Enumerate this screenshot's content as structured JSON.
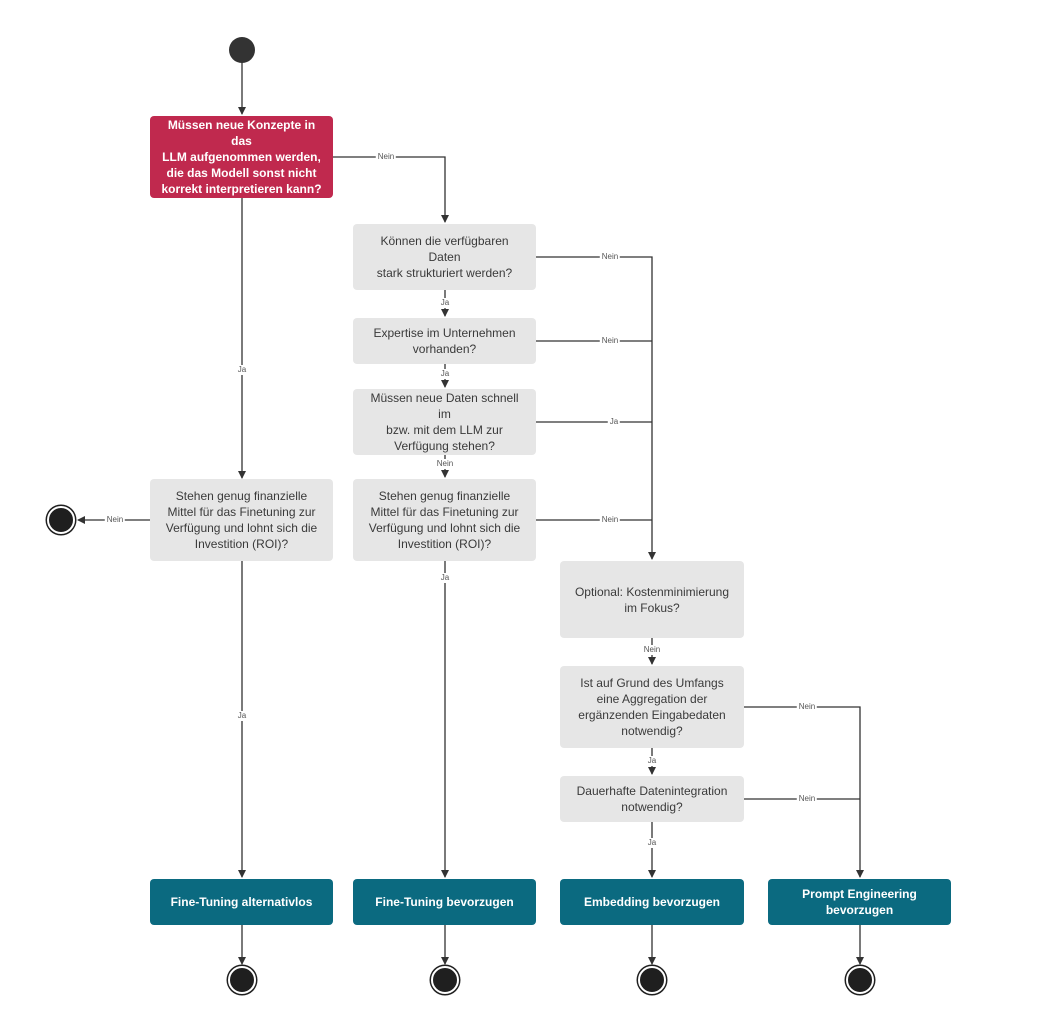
{
  "diagram": {
    "question_concepts": "Müssen neue Konzepte in das\nLLM aufgenommen werden,\ndie das Modell sonst nicht\nkorrekt interpretieren kann?",
    "question_structured": "Können die verfügbaren Daten\nstark strukturiert werden?",
    "question_expertise": "Expertise im Unternehmen\nvorhanden?",
    "question_fast_data": "Müssen neue Daten schnell im\nbzw. mit dem LLM zur\nVerfügung stehen?",
    "question_budget_left": "Stehen genug finanzielle\nMittel für das Finetuning zur\nVerfügung und lohnt sich die\nInvestition (ROI)?",
    "question_budget_mid": "Stehen genug finanzielle\nMittel für das Finetuning zur\nVerfügung und lohnt sich die\nInvestition (ROI)?",
    "question_cost": "Optional: Kostenminimierung\nim Fokus?",
    "question_aggregation": "Ist auf Grund des Umfangs\neine Aggregation der\nergänzenden Eingabedaten\nnotwendig?",
    "question_permanent": "Dauerhafte Datenintegration\nnotwendig?",
    "result_finetuning_only": "Fine-Tuning alternativlos",
    "result_finetuning_preferred": "Fine-Tuning bevorzugen",
    "result_embedding": "Embedding bevorzugen",
    "result_prompt": "Prompt Engineering\nbevorzugen",
    "labels": {
      "concepts_no": "Nein",
      "concepts_yes": "Ja",
      "structured_no": "Nein",
      "structured_yes": "Ja",
      "expertise_no": "Nein",
      "expertise_yes": "Ja",
      "fast_yes": "Ja",
      "fast_no": "Nein",
      "budget_left_no": "Nein",
      "budget_left_yes": "Ja",
      "budget_mid_no": "Nein",
      "budget_mid_yes": "Ja",
      "cost_no": "Nein",
      "aggregation_no": "Nein",
      "aggregation_yes": "Ja",
      "permanent_no": "Nein",
      "permanent_yes": "Ja"
    }
  }
}
